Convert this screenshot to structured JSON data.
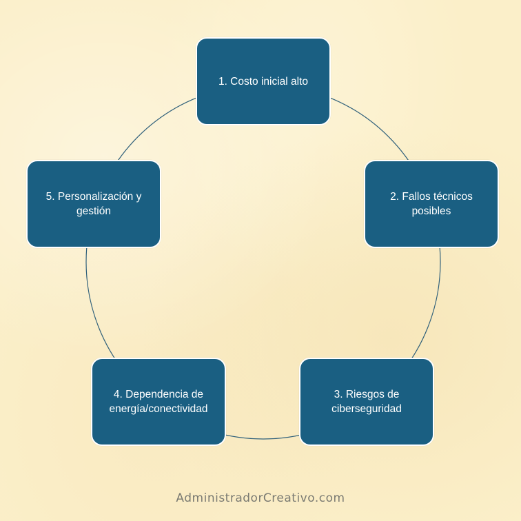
{
  "diagram": {
    "type": "cycle",
    "node_color": "#1a5f82",
    "ring_color": "#2e5f7a",
    "background_color": "#fbefc9",
    "nodes": [
      {
        "label": "1. Costo inicial alto"
      },
      {
        "label": "2. Fallos técnicos posibles"
      },
      {
        "label": "3. Riesgos de ciberseguridad"
      },
      {
        "label": "4. Dependencia de energía/conectividad"
      },
      {
        "label": "5. Personalización y gestión"
      }
    ]
  },
  "watermark": "AdministradorCreativo.com"
}
